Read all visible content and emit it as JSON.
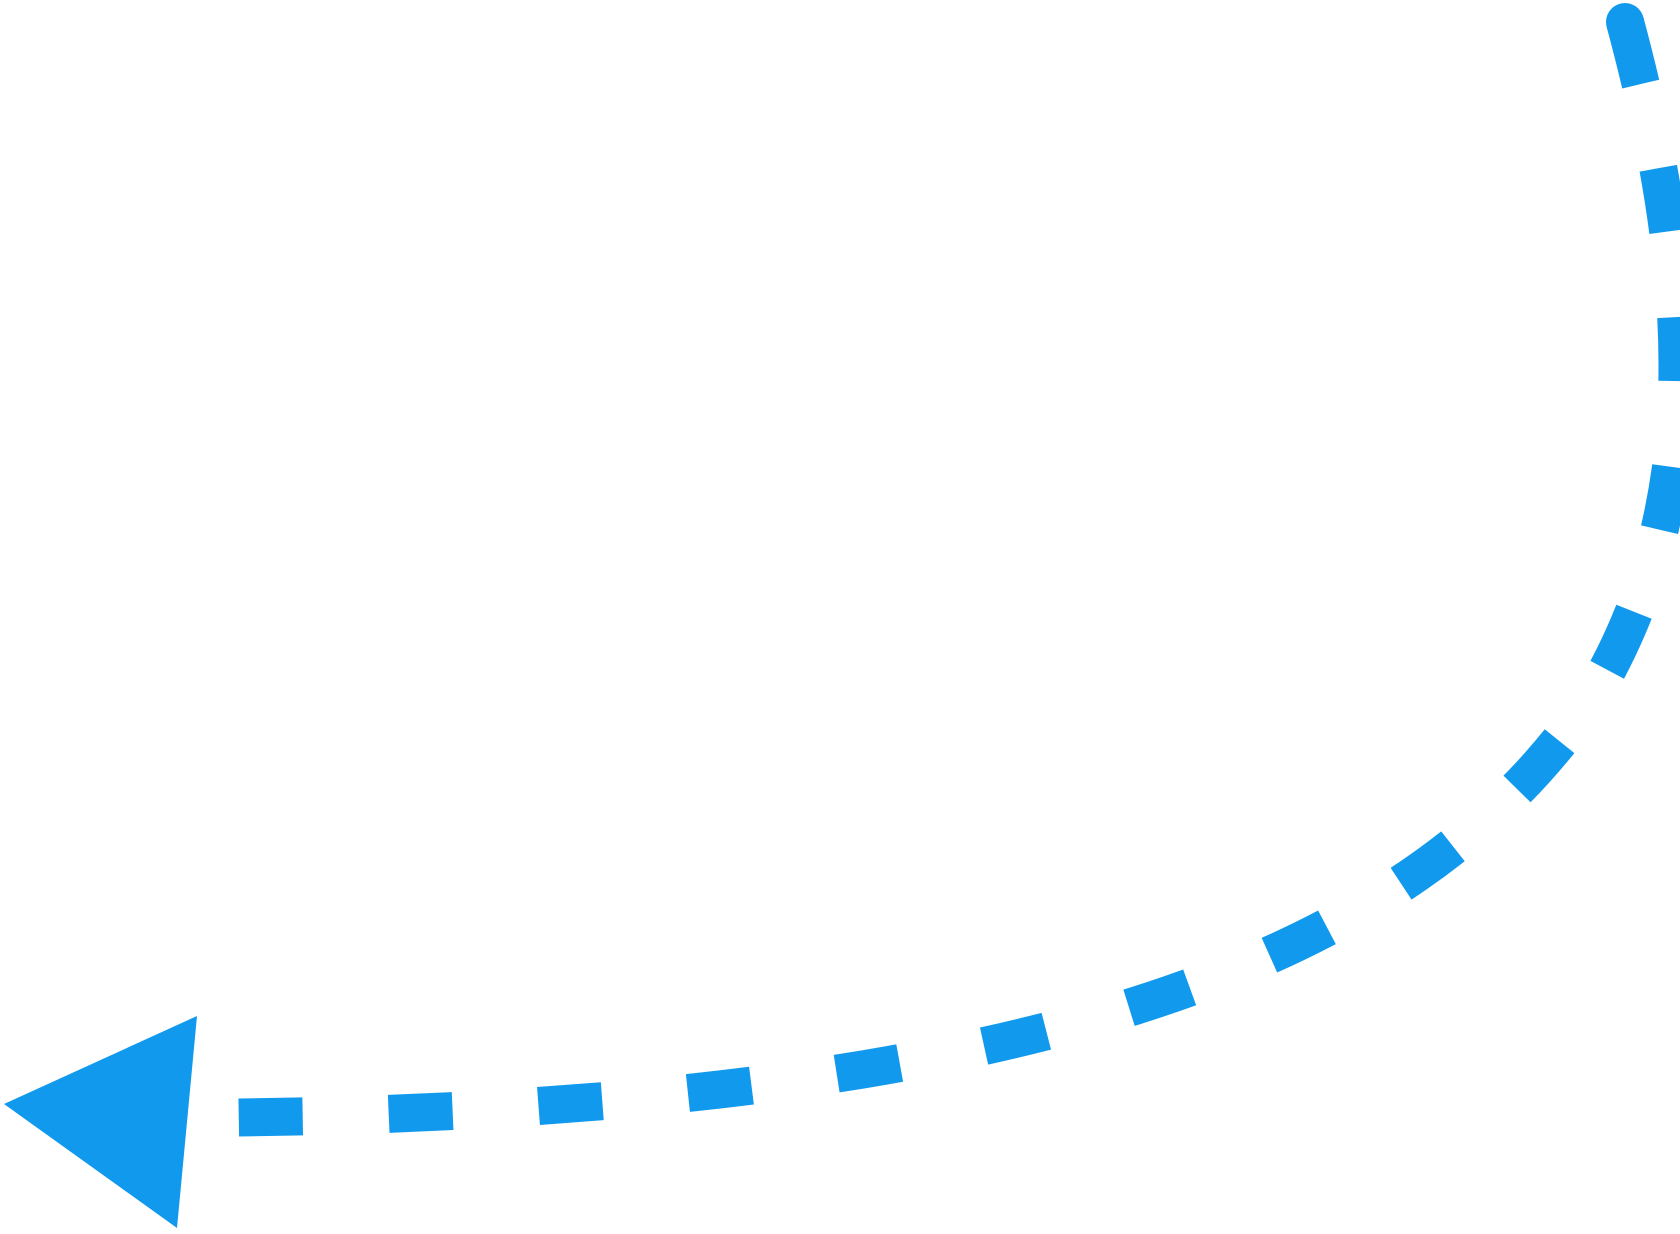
{
  "diagram": {
    "elements": [
      {
        "type": "curved-arrow",
        "name": "dashed-curved-arrow",
        "line_style": "dashed",
        "direction": "clockwise-down-then-left",
        "head": "triangle-left"
      }
    ]
  },
  "colors": {
    "arrow": "#1199ee",
    "background": "#ffffff"
  }
}
